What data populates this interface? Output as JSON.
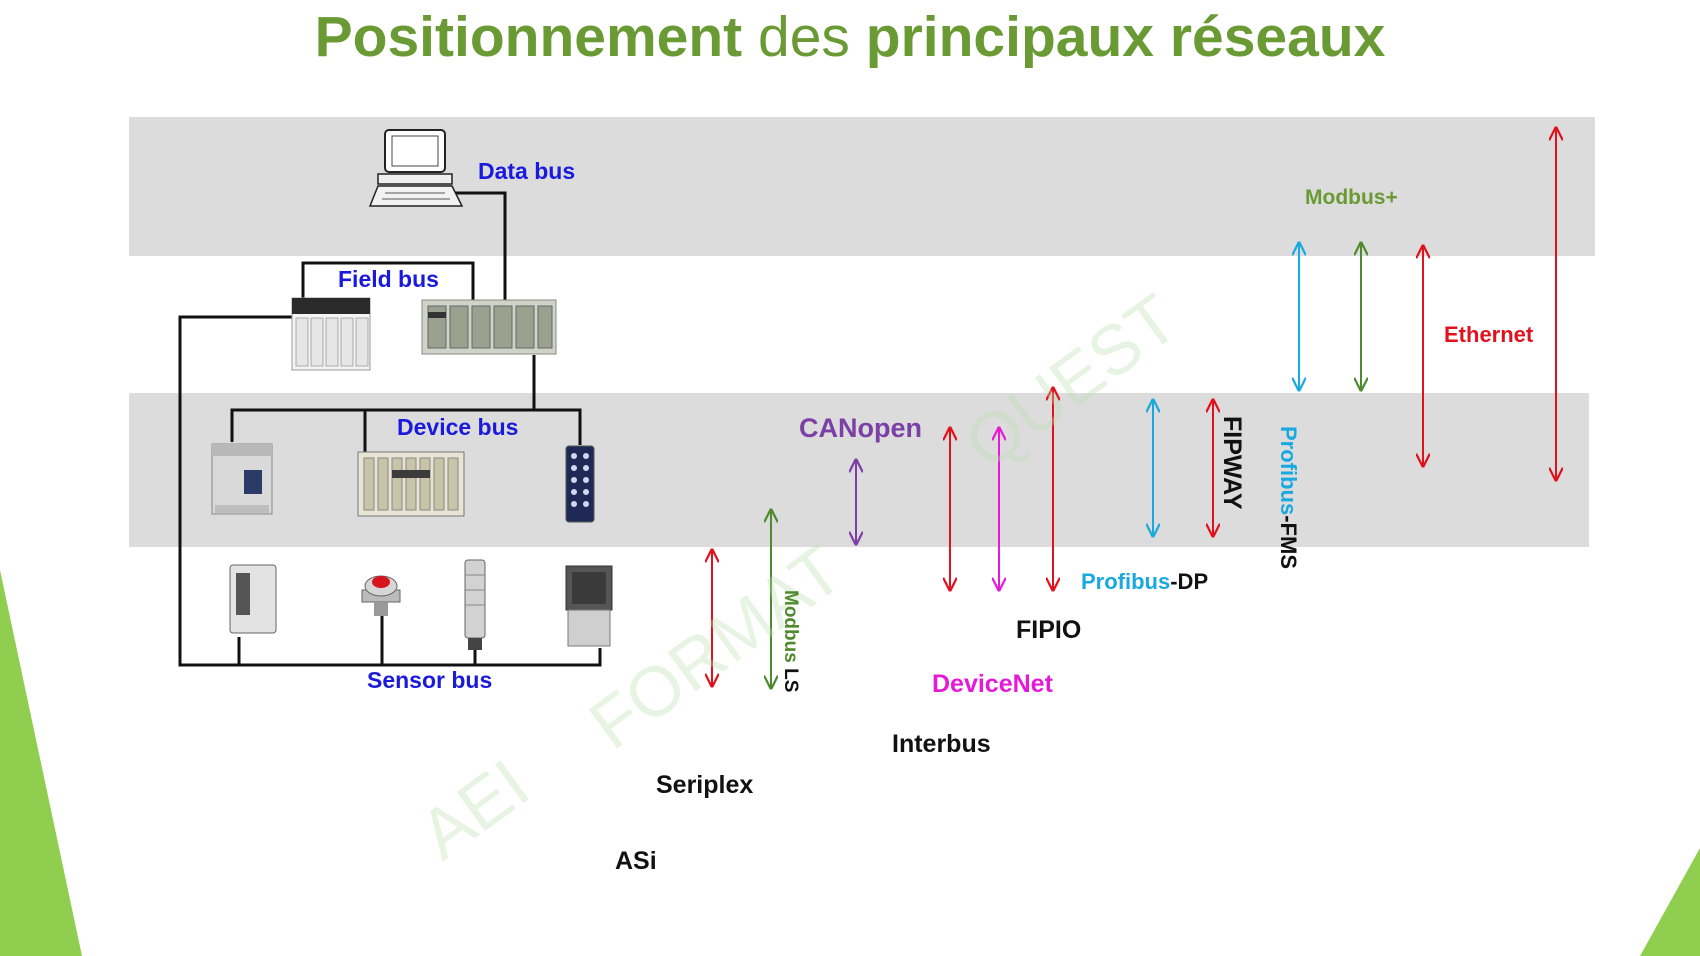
{
  "title": {
    "strong1": "Positionnement",
    "light": "des",
    "strong2": "principaux réseaux"
  },
  "levels": {
    "data_bus": "Data bus",
    "field_bus": "Field bus",
    "device_bus": "Device bus",
    "sensor_bus": "Sensor bus"
  },
  "networks": {
    "modbus_plus": "Modbus+",
    "ethernet": "Ethernet",
    "canopen": "CANopen",
    "fipway": "FIPWAY",
    "profibus_fms_a": "Profibus",
    "profibus_fms_b": "-FMS",
    "profibus_dp_a": "Profibus",
    "profibus_dp_b": "-DP",
    "fipio": "FIPIO",
    "devicenet": "DeviceNet",
    "interbus": "Interbus",
    "seriplex": "Seriplex",
    "asi": "ASi",
    "modbus_ls_a": "Modbus",
    "modbus_ls_b": " LS"
  },
  "watermark": {
    "part1": "AEI",
    "part2": "FORMAT",
    "part3": "QUEST"
  },
  "colors": {
    "title_green": "#6a9a34",
    "level_blue": "#1a1adc",
    "red": "#e0121e",
    "cyan": "#19a8e0",
    "green": "#4f8a2e",
    "purple": "#7b3fa6",
    "magenta": "#e51ad8",
    "black": "#111111"
  }
}
